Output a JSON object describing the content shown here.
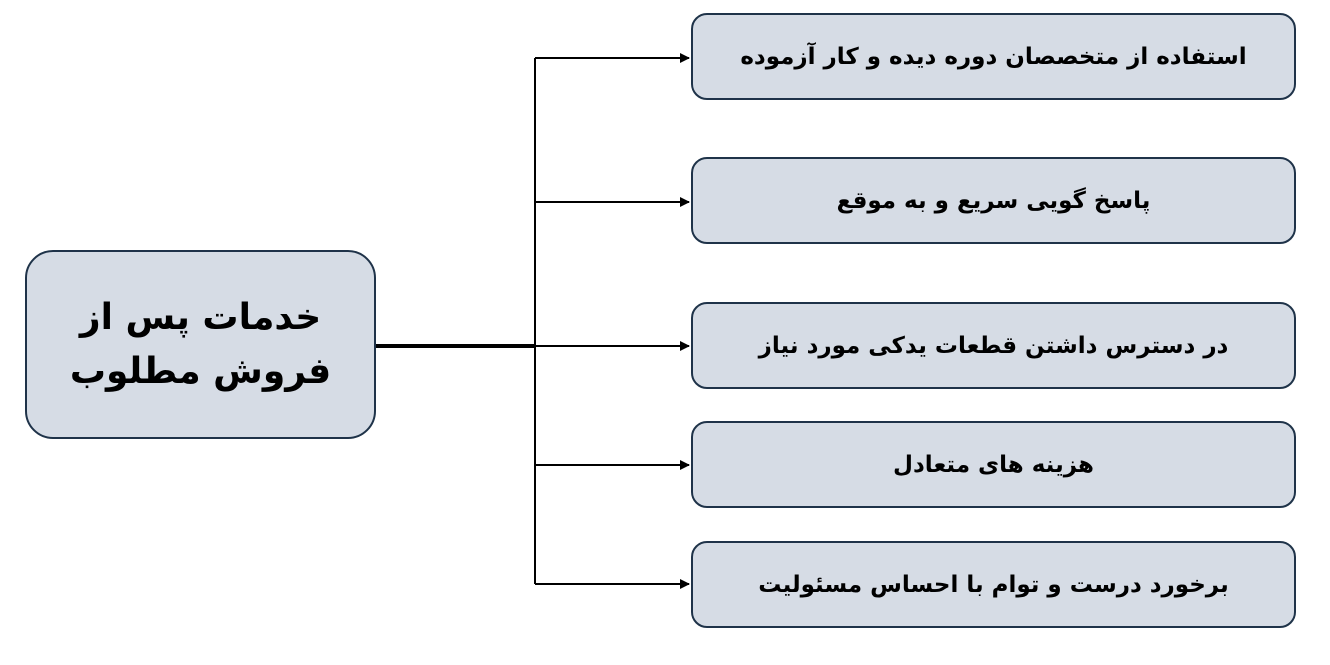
{
  "root": {
    "lines": [
      "خدمات پس از",
      "فروش مطلوب"
    ]
  },
  "items": [
    {
      "label": "استفاده از متخصصان دوره دیده و کار آزموده"
    },
    {
      "label": "پاسخ گویی سریع و به موقع"
    },
    {
      "label": "در دسترس داشتن قطعات یدکی مورد نیاز"
    },
    {
      "label": "هزینه های متعادل"
    },
    {
      "label": "برخورد درست و توام با احساس مسئولیت"
    }
  ],
  "colors": {
    "box_fill": "#d6dce5",
    "box_border": "#1f3349",
    "connector": "#000000"
  }
}
